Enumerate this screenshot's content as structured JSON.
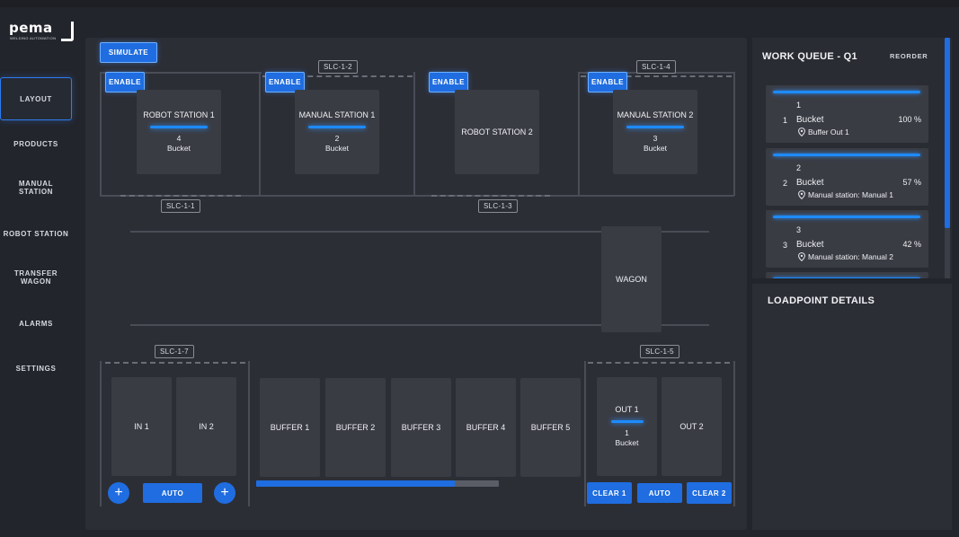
{
  "brand": {
    "name": "pema",
    "tagline": "WELDING AUTOMATION"
  },
  "nav": [
    {
      "label": "LAYOUT",
      "active": true
    },
    {
      "label": "PRODUCTS"
    },
    {
      "label": "MANUAL STATION"
    },
    {
      "label": "ROBOT STATION"
    },
    {
      "label": "TRANSFER WAGON"
    },
    {
      "label": "ALARMS"
    },
    {
      "label": "SETTINGS"
    }
  ],
  "layout": {
    "simulate_label": "SIMULATE",
    "enable_label": "ENABLE",
    "stations": [
      {
        "name": "ROBOT STATION 1",
        "count": "4",
        "unit": "Bucket"
      },
      {
        "name": "MANUAL STATION 1",
        "count": "2",
        "unit": "Bucket"
      },
      {
        "name": "ROBOT STATION 2"
      },
      {
        "name": "MANUAL STATION 2",
        "count": "3",
        "unit": "Bucket"
      }
    ],
    "slc": [
      "SLC-1-2",
      "SLC-1-4",
      "SLC-1-1",
      "SLC-1-3",
      "SLC-1-7",
      "SLC-1-5"
    ],
    "wagon_label": "WAGON",
    "inputs": [
      "IN 1",
      "IN 2"
    ],
    "buffers": [
      "BUFFER 1",
      "BUFFER 2",
      "BUFFER 3",
      "BUFFER 4",
      "BUFFER 5"
    ],
    "outputs": [
      {
        "name": "OUT 1",
        "count": "1",
        "unit": "Bucket"
      },
      {
        "name": "OUT 2"
      }
    ],
    "auto_label": "AUTO",
    "clear1_label": "CLEAR 1",
    "clear2_label": "CLEAR 2",
    "plus_symbol": "+",
    "buffer_progress": 0.82
  },
  "work_queue": {
    "title": "WORK QUEUE - Q1",
    "reorder_label": "REORDER",
    "items": [
      {
        "id": "1",
        "position": "1",
        "product": "Bucket",
        "percent": "100 %",
        "location": "Buffer Out 1"
      },
      {
        "id": "2",
        "position": "2",
        "product": "Bucket",
        "percent": "57 %",
        "location": "Manual station: Manual 1"
      },
      {
        "id": "3",
        "position": "3",
        "product": "Bucket",
        "percent": "42 %",
        "location": "Manual station: Manual 2"
      }
    ]
  },
  "loadpoint": {
    "title": "LOADPOINT DETAILS"
  },
  "colors": {
    "accent": "#1f6de0",
    "glow": "#1d8bff",
    "panel": "#2c2e36",
    "tile": "#3a3c44"
  }
}
